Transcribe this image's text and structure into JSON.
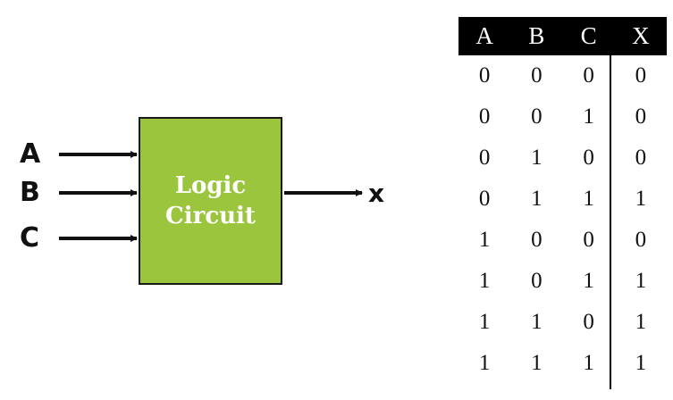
{
  "diagram": {
    "inputs": [
      "A",
      "B",
      "C"
    ],
    "output": "x",
    "block_line1": "Logic",
    "block_line2": "Circuit",
    "block_color": "#9bc53d"
  },
  "truth_table": {
    "headers": [
      "A",
      "B",
      "C",
      "X"
    ],
    "rows": [
      [
        "0",
        "0",
        "0",
        "0"
      ],
      [
        "0",
        "0",
        "1",
        "0"
      ],
      [
        "0",
        "1",
        "0",
        "0"
      ],
      [
        "0",
        "1",
        "1",
        "1"
      ],
      [
        "1",
        "0",
        "0",
        "0"
      ],
      [
        "1",
        "0",
        "1",
        "1"
      ],
      [
        "1",
        "1",
        "0",
        "1"
      ],
      [
        "1",
        "1",
        "1",
        "1"
      ]
    ]
  }
}
